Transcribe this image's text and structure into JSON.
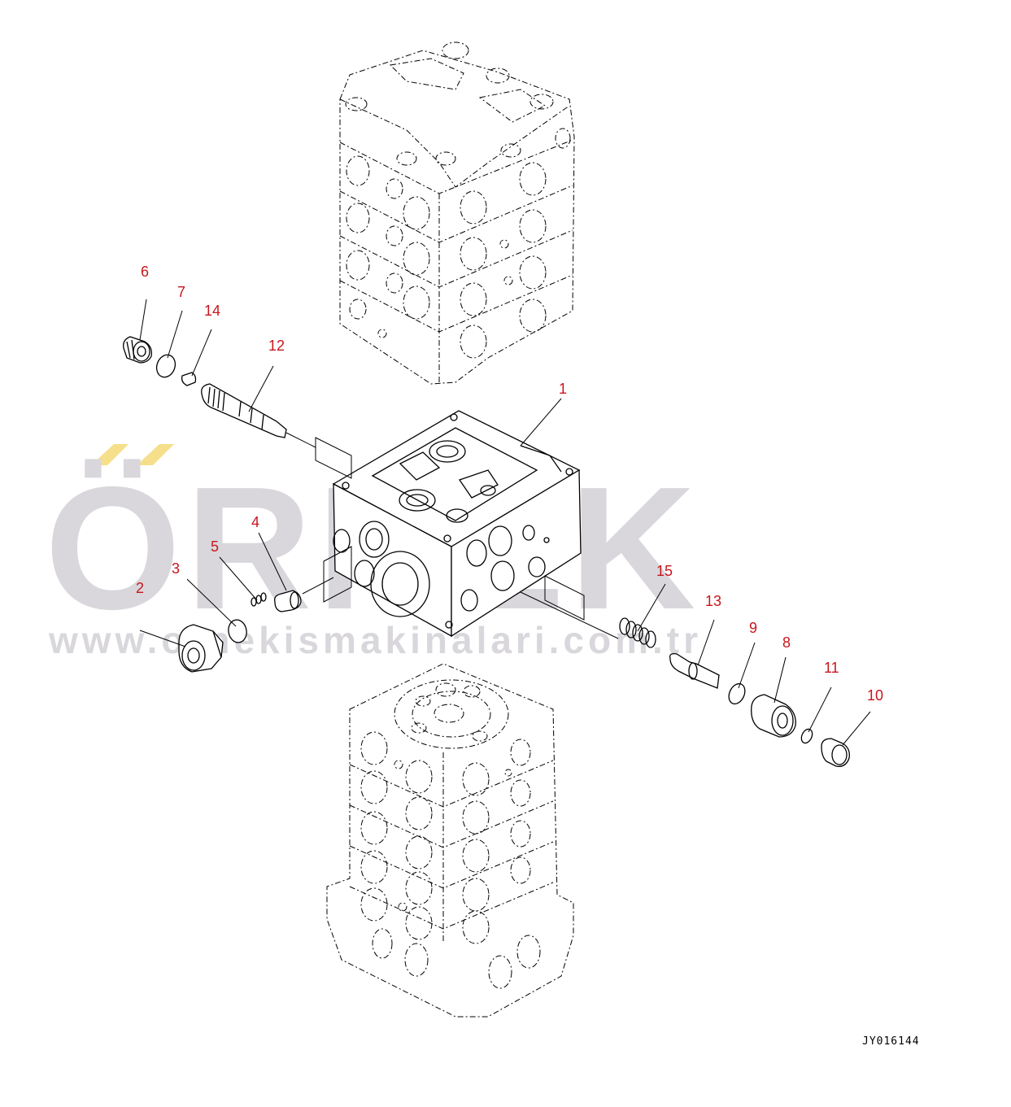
{
  "diagram": {
    "drawing_code": "JY016144",
    "watermark": {
      "brand": "ÖRNEK",
      "url": "www.ornekismakinalari.com.tr",
      "accent_color": "#f5df8a",
      "text_color": "#d9d7dc"
    },
    "callout_color": "#c8161d",
    "callouts": [
      "1",
      "2",
      "3",
      "4",
      "5",
      "6",
      "7",
      "8",
      "9",
      "10",
      "11",
      "12",
      "13",
      "14",
      "15"
    ]
  }
}
